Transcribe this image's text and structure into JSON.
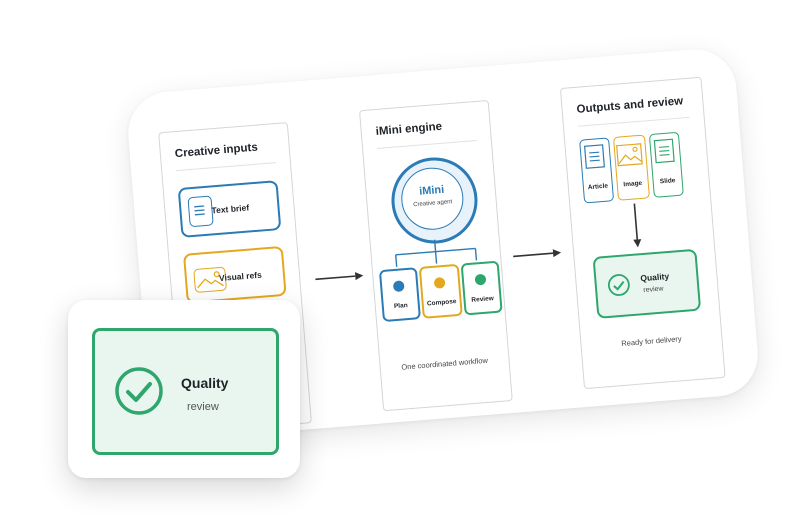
{
  "panels": {
    "inputs": {
      "title": "Creative inputs",
      "items": [
        {
          "label": "Text brief",
          "icon": "document-icon",
          "color": "#2b7bb6"
        },
        {
          "label": "Visual refs",
          "icon": "image-icon",
          "color": "#e3a81f"
        }
      ]
    },
    "engine": {
      "title": "iMini engine",
      "core_name": "iMini",
      "core_sub": "Creative agent",
      "steps": [
        {
          "label": "Plan",
          "color": "#2b7bb6"
        },
        {
          "label": "Compose",
          "color": "#e3a81f"
        },
        {
          "label": "Review",
          "color": "#2fa66d"
        }
      ],
      "caption": "One coordinated workflow"
    },
    "outputs": {
      "title": "Outputs and review",
      "items": [
        {
          "label": "Article",
          "icon": "document-icon",
          "color": "#2b7bb6"
        },
        {
          "label": "Image",
          "icon": "image-icon",
          "color": "#e3a81f"
        },
        {
          "label": "Slide",
          "icon": "slide-icon",
          "color": "#2fa66d"
        }
      ],
      "review_title": "Quality",
      "review_sub": "review",
      "caption": "Ready for delivery"
    }
  },
  "popout": {
    "title": "Quality",
    "sub": "review",
    "icon": "check-circle-icon",
    "color": "#2fa66d"
  }
}
